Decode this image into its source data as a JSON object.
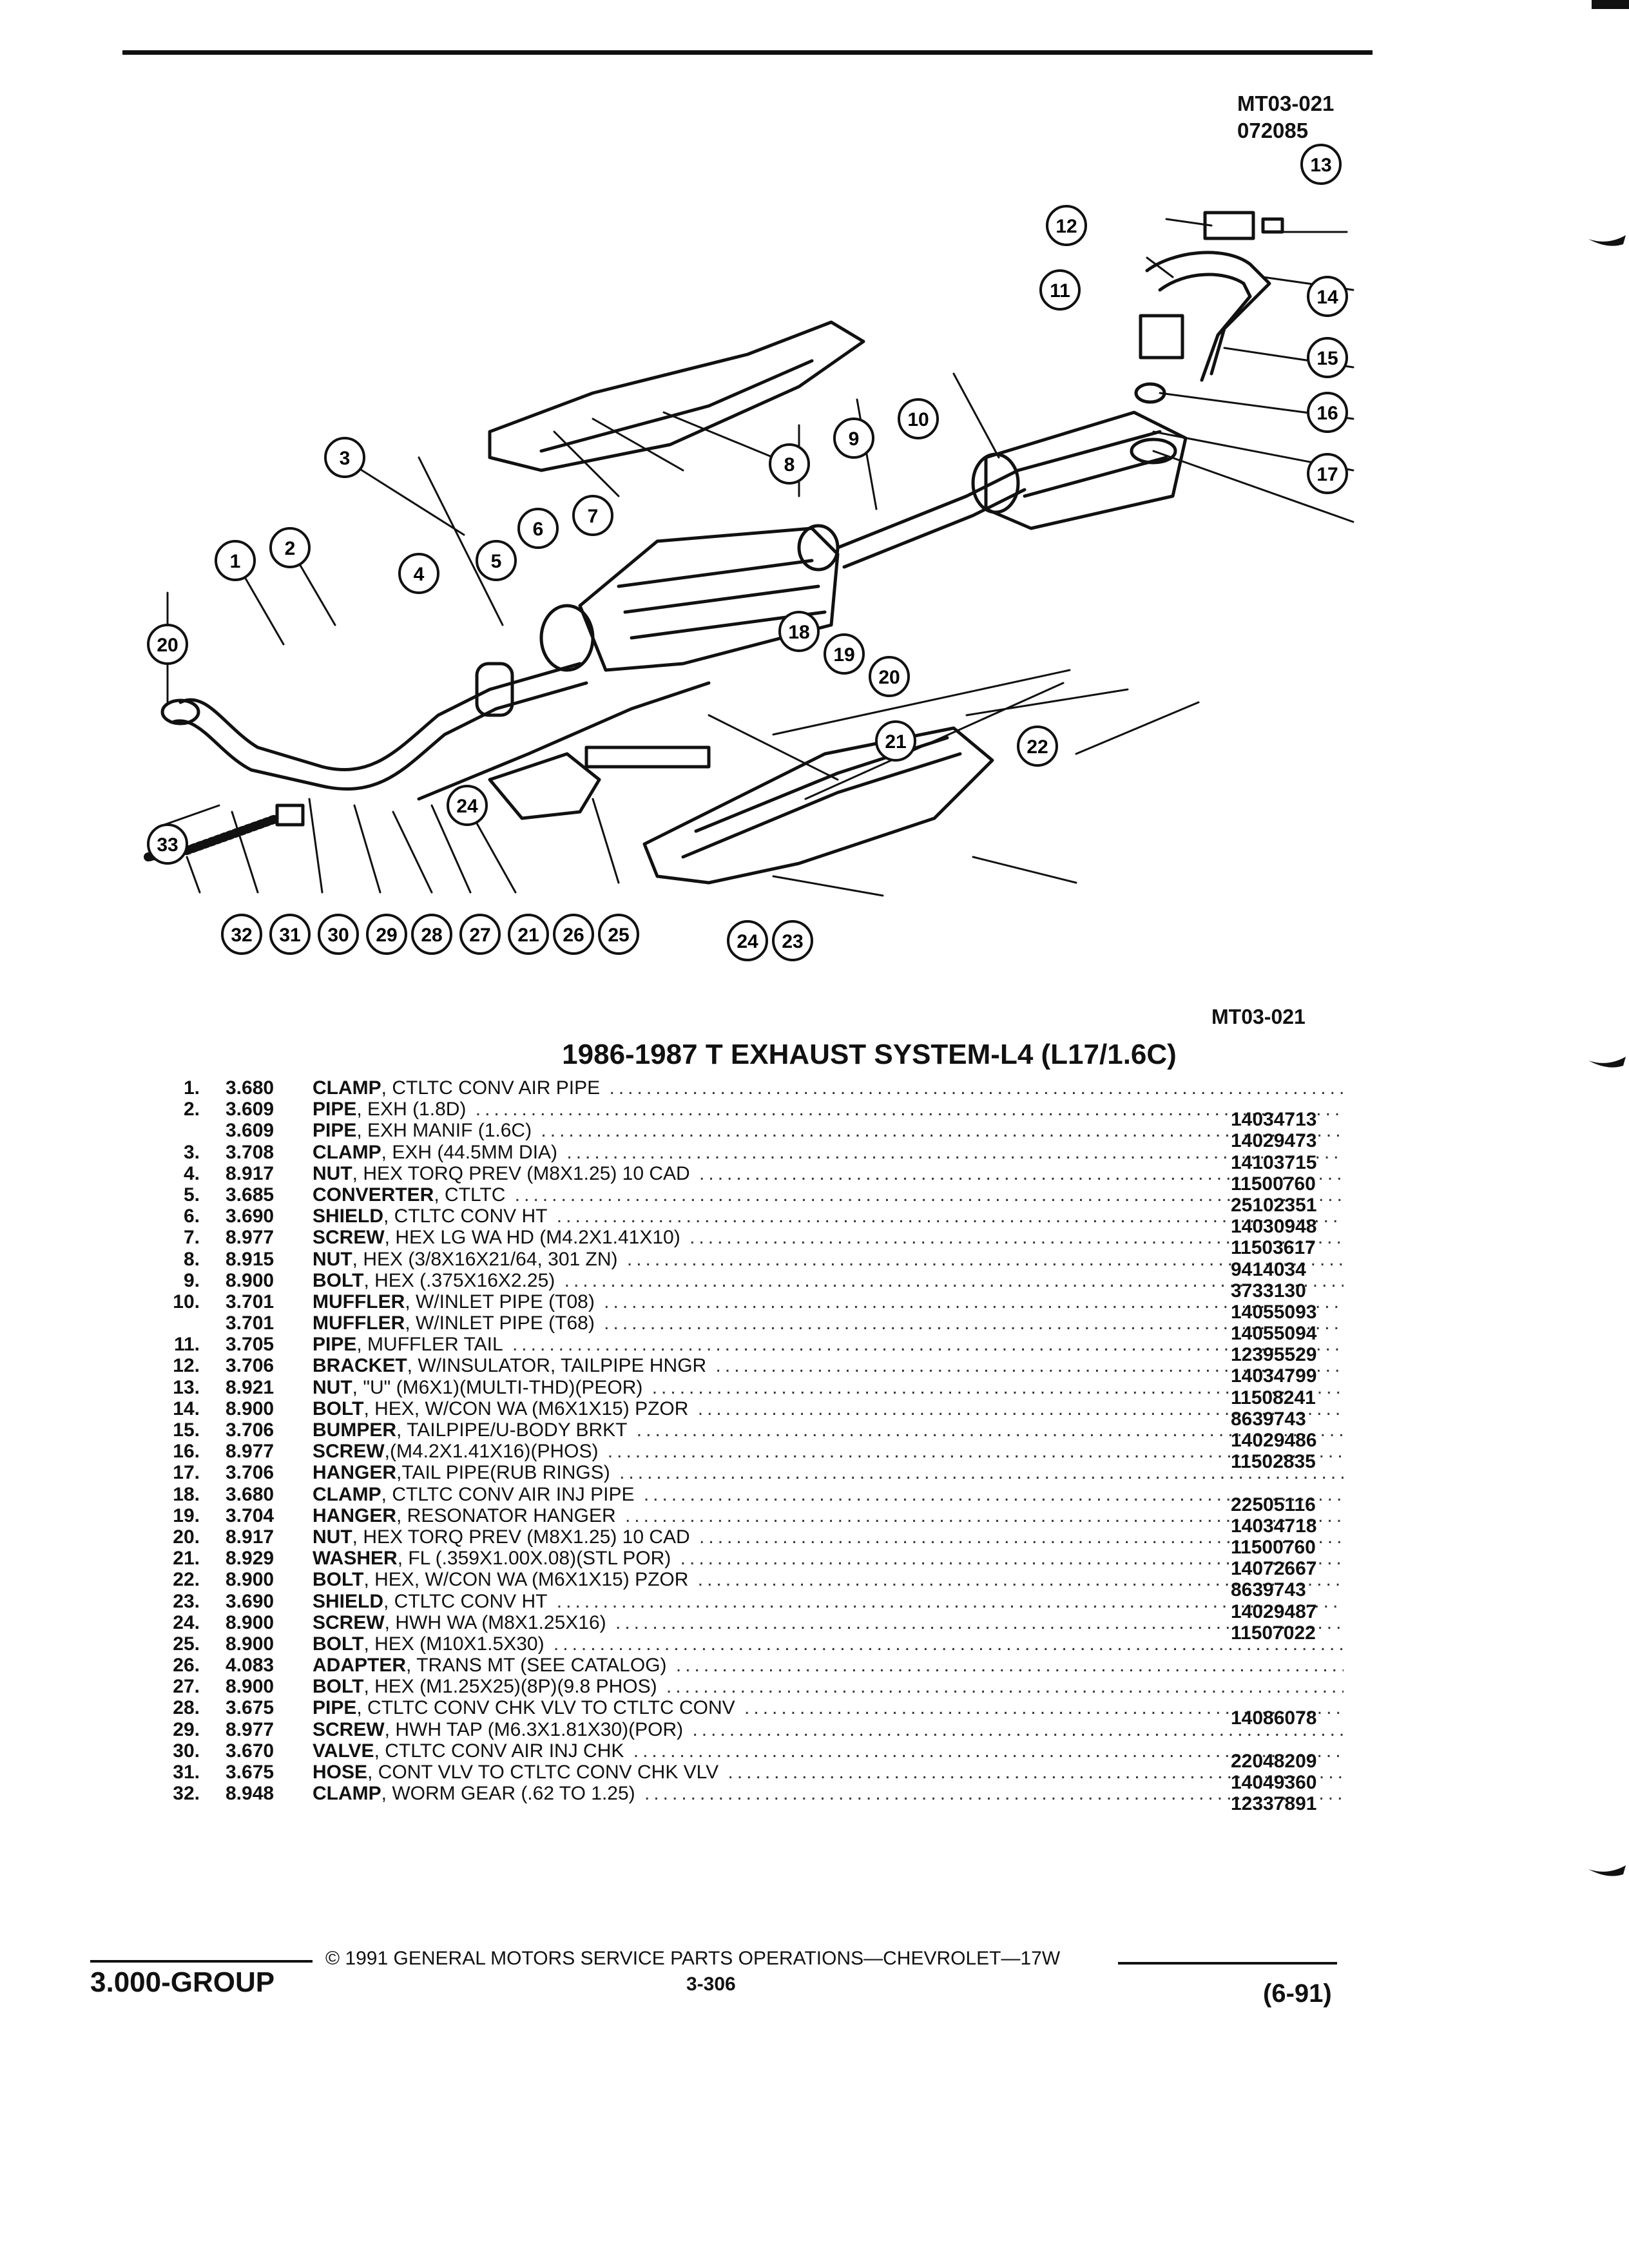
{
  "header": {
    "code_line1": "MT03-021",
    "code_line2": "072085"
  },
  "diagram": {
    "callouts": [
      "1",
      "2",
      "3",
      "4",
      "5",
      "6",
      "7",
      "8",
      "9",
      "10",
      "11",
      "12",
      "13",
      "14",
      "15",
      "16",
      "17",
      "18",
      "19",
      "20",
      "21",
      "22",
      "23",
      "24",
      "25",
      "26",
      "27",
      "28",
      "29",
      "30",
      "31",
      "32",
      "33"
    ],
    "code": "MT03-021"
  },
  "title": "1986-1987 T EXHAUST SYSTEM-L4 (L17/1.6C)",
  "parts": [
    {
      "num": "1.",
      "code": "3.680",
      "name": "CLAMP",
      "detail": ", CTLTC CONV AIR PIPE",
      "pn": ""
    },
    {
      "num": "2.",
      "code": "3.609",
      "name": "PIPE",
      "detail": ", EXH (1.8D)",
      "pn": "14034713"
    },
    {
      "num": "",
      "code": "3.609",
      "name": "PIPE",
      "detail": ", EXH MANIF (1.6C)",
      "pn": "14029473"
    },
    {
      "num": "3.",
      "code": "3.708",
      "name": "CLAMP",
      "detail": ", EXH (44.5MM DIA)",
      "pn": "14103715"
    },
    {
      "num": "4.",
      "code": "8.917",
      "name": "NUT",
      "detail": ", HEX TORQ PREV (M8X1.25) 10 CAD",
      "pn": "11500760"
    },
    {
      "num": "5.",
      "code": "3.685",
      "name": "CONVERTER",
      "detail": ", CTLTC",
      "pn": "25102351"
    },
    {
      "num": "6.",
      "code": "3.690",
      "name": "SHIELD",
      "detail": ", CTLTC CONV HT",
      "pn": "14030948"
    },
    {
      "num": "7.",
      "code": "8.977",
      "name": "SCREW",
      "detail": ", HEX LG WA HD (M4.2X1.41X10)",
      "pn": "11503617"
    },
    {
      "num": "8.",
      "code": "8.915",
      "name": "NUT",
      "detail": ", HEX (3/8X16X21/64, 301 ZN)",
      "pn": "9414034"
    },
    {
      "num": "9.",
      "code": "8.900",
      "name": "BOLT",
      "detail": ", HEX (.375X16X2.25)",
      "pn": "3733130"
    },
    {
      "num": "10.",
      "code": "3.701",
      "name": "MUFFLER",
      "detail": ", W/INLET PIPE (T08)",
      "pn": "14055093"
    },
    {
      "num": "",
      "code": "3.701",
      "name": "MUFFLER",
      "detail": ", W/INLET PIPE (T68)",
      "pn": "14055094"
    },
    {
      "num": "11.",
      "code": "3.705",
      "name": "PIPE",
      "detail": ", MUFFLER TAIL",
      "pn": "12395529"
    },
    {
      "num": "12.",
      "code": "3.706",
      "name": "BRACKET",
      "detail": ", W/INSULATOR, TAILPIPE HNGR",
      "pn": "14034799"
    },
    {
      "num": "13.",
      "code": "8.921",
      "name": "NUT",
      "detail": ", \"U\" (M6X1)(MULTI-THD)(PEOR)",
      "pn": "11508241"
    },
    {
      "num": "14.",
      "code": "8.900",
      "name": "BOLT",
      "detail": ", HEX, W/CON WA (M6X1X15) PZOR",
      "pn": "8639743"
    },
    {
      "num": "15.",
      "code": "3.706",
      "name": "BUMPER",
      "detail": ", TAILPIPE/U-BODY BRKT",
      "pn": "14029486"
    },
    {
      "num": "16.",
      "code": "8.977",
      "name": "SCREW",
      "detail": ",(M4.2X1.41X16)(PHOS)",
      "pn": "11502835"
    },
    {
      "num": "17.",
      "code": "3.706",
      "name": "HANGER",
      "detail": ",TAIL PIPE(RUB RINGS)",
      "pn": ""
    },
    {
      "num": "18.",
      "code": "3.680",
      "name": "CLAMP",
      "detail": ", CTLTC CONV AIR INJ PIPE",
      "pn": "22505116"
    },
    {
      "num": "19.",
      "code": "3.704",
      "name": "HANGER",
      "detail": ", RESONATOR HANGER",
      "pn": "14034718"
    },
    {
      "num": "20.",
      "code": "8.917",
      "name": "NUT",
      "detail": ", HEX TORQ PREV (M8X1.25) 10 CAD",
      "pn": "11500760"
    },
    {
      "num": "21.",
      "code": "8.929",
      "name": "WASHER",
      "detail": ", FL (.359X1.00X.08)(STL POR)",
      "pn": "14072667"
    },
    {
      "num": "22.",
      "code": "8.900",
      "name": "BOLT",
      "detail": ", HEX, W/CON WA (M6X1X15) PZOR",
      "pn": "8639743"
    },
    {
      "num": "23.",
      "code": "3.690",
      "name": "SHIELD",
      "detail": ", CTLTC CONV HT",
      "pn": "14029487"
    },
    {
      "num": "24.",
      "code": "8.900",
      "name": "SCREW",
      "detail": ", HWH WA (M8X1.25X16)",
      "pn": "11507022"
    },
    {
      "num": "25.",
      "code": "8.900",
      "name": "BOLT",
      "detail": ", HEX (M10X1.5X30)",
      "pn": ""
    },
    {
      "num": "26.",
      "code": "4.083",
      "name": "ADAPTER",
      "detail": ", TRANS MT (SEE CATALOG)",
      "pn": ""
    },
    {
      "num": "27.",
      "code": "8.900",
      "name": "BOLT",
      "detail": ", HEX (M1.25X25)(8P)(9.8 PHOS)",
      "pn": ""
    },
    {
      "num": "28.",
      "code": "3.675",
      "name": "PIPE",
      "detail": ", CTLTC CONV CHK VLV TO CTLTC CONV",
      "pn": "14086078"
    },
    {
      "num": "29.",
      "code": "8.977",
      "name": "SCREW",
      "detail": ", HWH TAP (M6.3X1.81X30)(POR)",
      "pn": ""
    },
    {
      "num": "30.",
      "code": "3.670",
      "name": "VALVE",
      "detail": ", CTLTC CONV AIR INJ CHK",
      "pn": "22048209"
    },
    {
      "num": "31.",
      "code": "3.675",
      "name": "HOSE",
      "detail": ", CONT VLV TO CTLTC CONV CHK VLV",
      "pn": "14049360"
    },
    {
      "num": "32.",
      "code": "8.948",
      "name": "CLAMP",
      "detail": ", WORM GEAR (.62 TO 1.25)",
      "pn": "12337891"
    }
  ],
  "footer": {
    "copyright": "© 1991 GENERAL MOTORS SERVICE PARTS OPERATIONS—CHEVROLET—17W",
    "group": "3.000-GROUP",
    "page": "3-306",
    "date": "(6-91)"
  }
}
